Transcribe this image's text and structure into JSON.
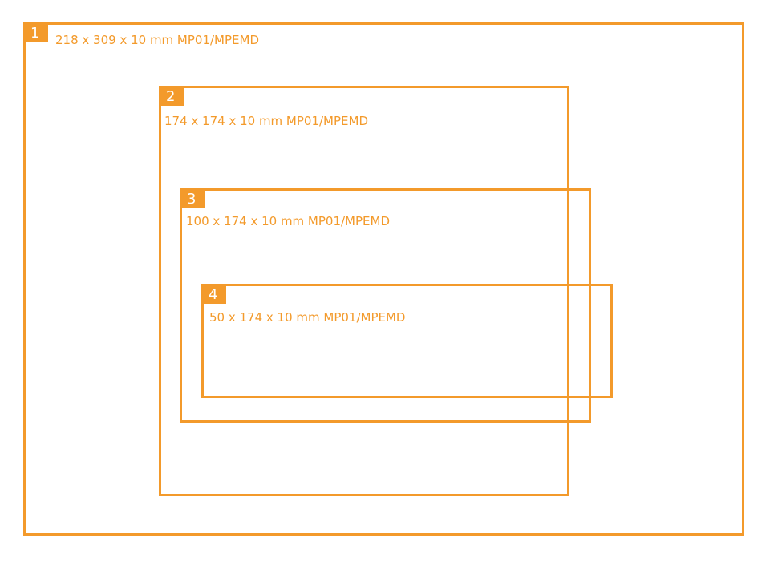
{
  "accent_color": "#f39a2b",
  "boxes": [
    {
      "number": "1",
      "label": "218 x 309 x 10 mm MP01/MPEMD"
    },
    {
      "number": "2",
      "label": "174 x 174 x 10 mm MP01/MPEMD"
    },
    {
      "number": "3",
      "label": "100 x 174 x 10 mm MP01/MPEMD"
    },
    {
      "number": "4",
      "label": "50 x 174 x 10 mm MP01/MPEMD"
    }
  ]
}
